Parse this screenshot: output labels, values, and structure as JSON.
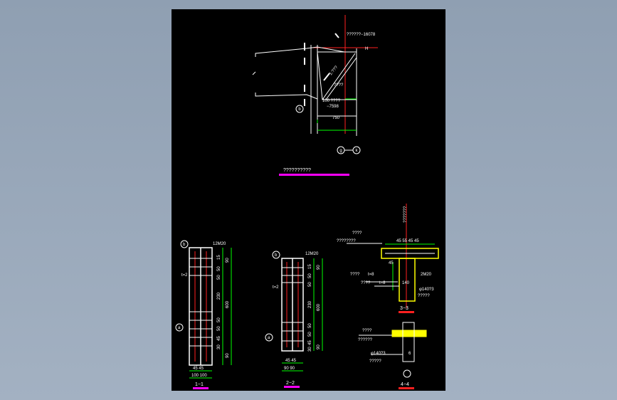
{
  "colors": {
    "background": "#94a4b7",
    "sheet": "#000000",
    "line": "#ffffff",
    "dimension": "#00ff00",
    "axis": "#ff2020",
    "title_underline": "#ff00ff",
    "highlight": "#ffff00"
  },
  "main_view": {
    "title": "??????????",
    "labels": {
      "top_elev": "??????−16078",
      "h_mark": "H",
      "q_note": "????",
      "ref_note": "100 ????",
      "elev2": "−7598",
      "dim": "750",
      "grade": "1:???",
      "axis_b": "b",
      "axis_g": "g",
      "axis_k": "k"
    }
  },
  "section_1": {
    "title": "1−1",
    "bolt_label": "12M20",
    "thick_label": "t=2",
    "axis_top": "b",
    "axis_bottom": "a",
    "dims_inner": [
      "15",
      "50",
      "50",
      "230",
      "50",
      "50",
      "45",
      "30"
    ],
    "dims_outer": [
      "90",
      "600",
      "90"
    ],
    "bottom_dims_1": "45 45",
    "bottom_dims_2": "100 100"
  },
  "section_2": {
    "title": "2−2",
    "bolt_label": "12M20",
    "thick_label": "t=2",
    "axis_top": "b",
    "axis_bottom": "a",
    "dims_inner": [
      "15",
      "50",
      "50",
      "230",
      "50",
      "50",
      "45",
      "30"
    ],
    "dims_outer": [
      "90",
      "600",
      "90"
    ],
    "bottom_dims_1": "45 45",
    "bottom_dims_2": "90 90"
  },
  "section_3": {
    "title": "3−3",
    "note_1": "????",
    "note_2": "????????",
    "note_3": "????",
    "note_4": "????",
    "plate_1": "t=8",
    "plate_2": "t=8",
    "top_dims": "45 55 45 45",
    "bolt": "2M20",
    "pipe": "φ140?3",
    "pipe_note": "?????",
    "dim_140": "140",
    "dim_45": "45",
    "elev": "???????"
  },
  "section_4": {
    "title": "4−4",
    "note_1": "????",
    "note_2": "??????",
    "pipe": "φ140?3",
    "pipe_note": "?????",
    "dim_6": "6"
  }
}
